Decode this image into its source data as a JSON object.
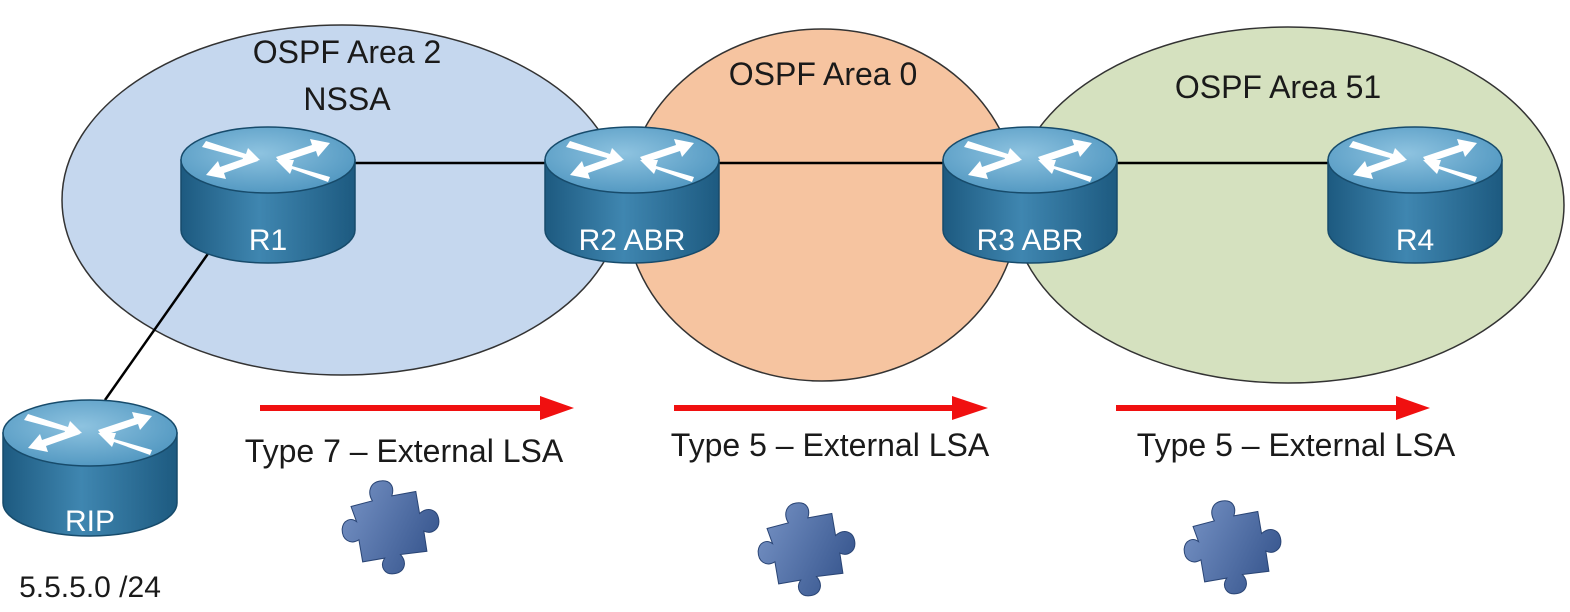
{
  "areas": [
    {
      "line1": "OSPF Area 2",
      "line2": "NSSA",
      "fill": "#c5d7ee"
    },
    {
      "line1": "OSPF Area 0",
      "fill": "#f6c4a0"
    },
    {
      "line1": "OSPF Area 51",
      "fill": "#d5e1bf"
    }
  ],
  "routers": {
    "r1": "R1",
    "r2": "R2 ABR",
    "r3": "R3 ABR",
    "r4": "R4",
    "rip": "RIP"
  },
  "network": "5.5.5.0 /24",
  "lsa_labels": [
    "Type 7 – External LSA",
    "Type 5 – External LSA",
    "Type 5 – External LSA"
  ],
  "colors": {
    "arrow": "#f01010",
    "router_top": "#6aa9cd",
    "router_body": "#2c6f97",
    "link": "#000000",
    "puzzle": "#4f6ea8"
  },
  "icons": {
    "router": "router-icon",
    "lsa": "puzzle-piece-icon"
  }
}
